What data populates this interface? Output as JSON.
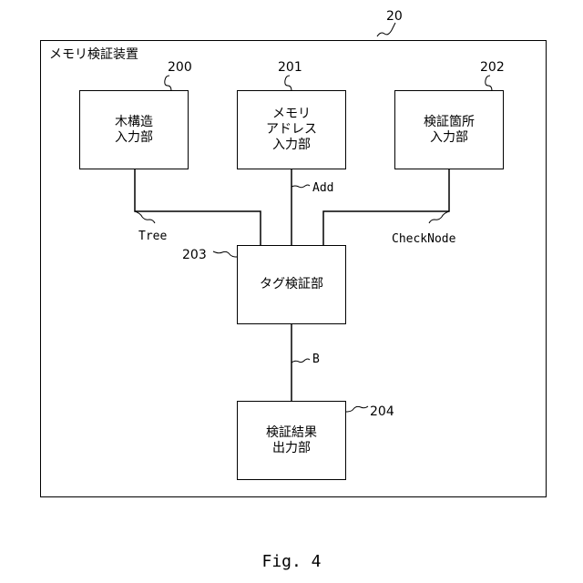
{
  "diagram": {
    "figure_ref": "20",
    "frame_title": "メモリ検証装置",
    "caption": "Fig. 4",
    "boxes": [
      {
        "id": "tree-input",
        "ref": "200",
        "label": "木構造\n入力部"
      },
      {
        "id": "address-input",
        "ref": "201",
        "label": "メモリ\nアドレス\n入力部"
      },
      {
        "id": "checkpoint-input",
        "ref": "202",
        "label": "検証箇所\n入力部"
      },
      {
        "id": "tag-verifier",
        "ref": "203",
        "label": "タグ検証部"
      },
      {
        "id": "result-output",
        "ref": "204",
        "label": "検証結果\n出力部"
      }
    ],
    "signals": {
      "tree": "Tree",
      "add": "Add",
      "checknode": "CheckNode",
      "b": "B"
    }
  }
}
